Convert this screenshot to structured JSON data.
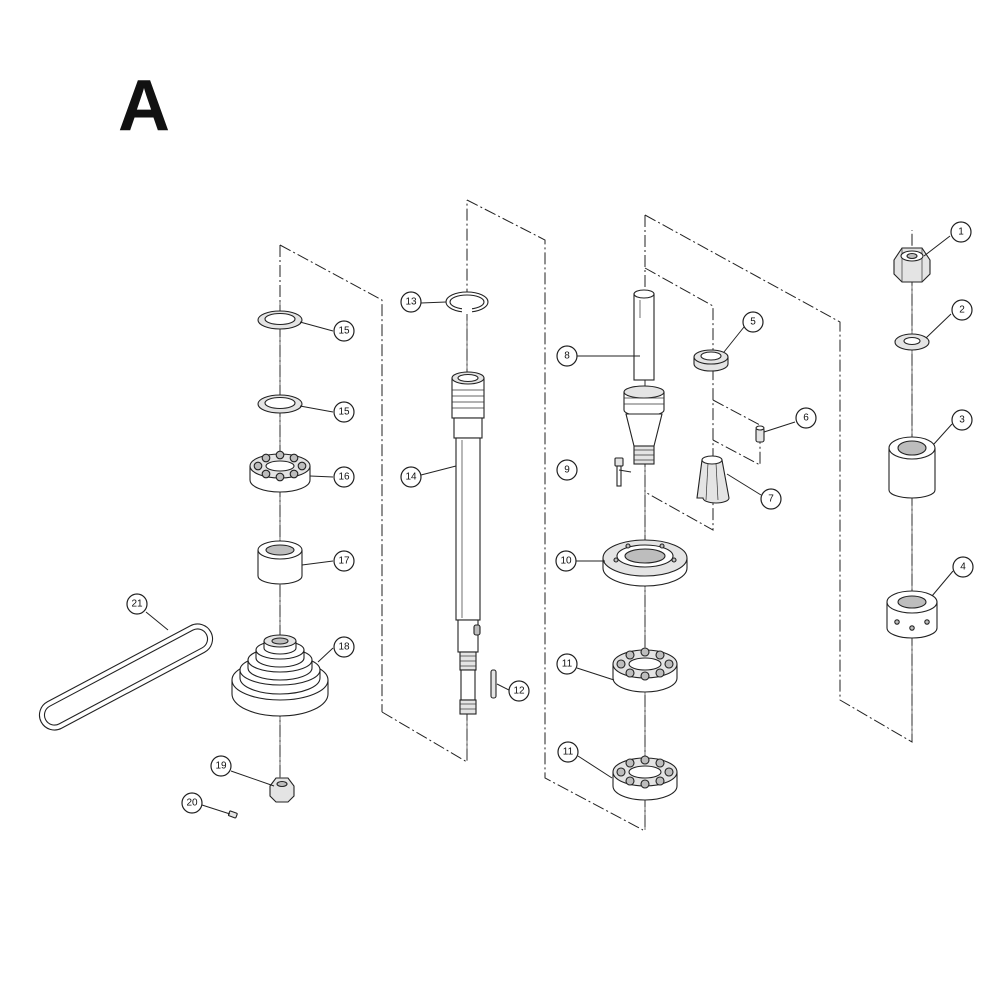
{
  "title": "A",
  "callouts": [
    "1",
    "2",
    "3",
    "4",
    "5",
    "6",
    "7",
    "8",
    "9",
    "10",
    "11",
    "11",
    "12",
    "13",
    "14",
    "15",
    "15",
    "16",
    "17",
    "18",
    "19",
    "20",
    "21"
  ]
}
